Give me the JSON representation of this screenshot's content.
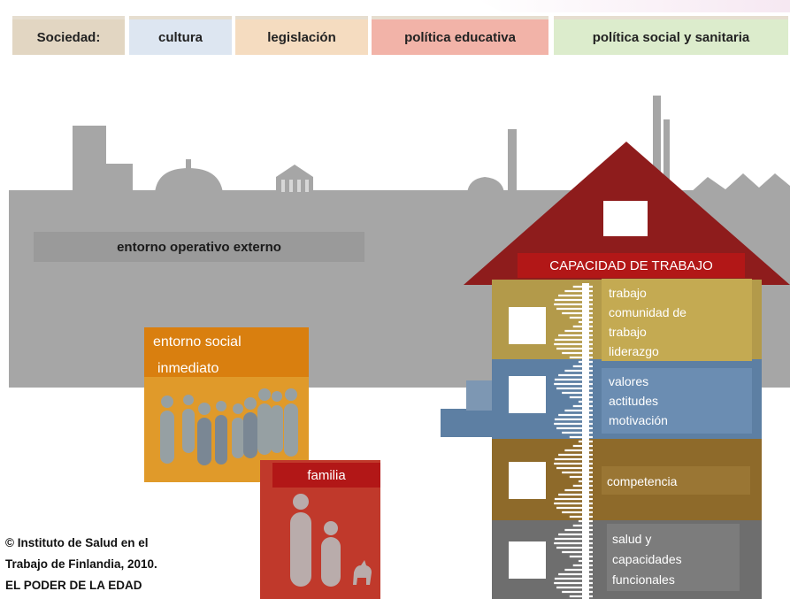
{
  "header": {
    "tabs": [
      {
        "label": "Sociedad:"
      },
      {
        "label": "cultura"
      },
      {
        "label": "legislación"
      },
      {
        "label": "política educativa"
      },
      {
        "label": "política social y sanitaria"
      }
    ]
  },
  "city": {
    "environment_label": "entorno operativo externo"
  },
  "social": {
    "label_line1": "entorno social",
    "label_line2": "inmediato"
  },
  "family": {
    "label": "familia"
  },
  "house": {
    "roof_label": "CAPACIDAD DE TRABAJO",
    "floors": [
      {
        "lines": [
          "trabajo",
          "comunidad de",
          "trabajo",
          "liderazgo"
        ]
      },
      {
        "lines": [
          "valores",
          "actitudes",
          "motivación"
        ]
      },
      {
        "lines": [
          "competencia"
        ]
      },
      {
        "lines": [
          "salud y",
          "capacidades",
          "funcionales"
        ]
      }
    ]
  },
  "credit": {
    "line1": "© Instituto de Salud en el",
    "line2": "Trabajo de Finlandia, 2010.",
    "line3": "EL PODER DE LA EDAD"
  },
  "colors": {
    "society": "#e2d6c2",
    "culture": "#dde6f1",
    "legislation": "#f5dcc0",
    "education": "#f2b3a8",
    "social_health": "#dceccc",
    "city": "#a6a6a6",
    "social_env": "#e09a2a",
    "family": "#c0392b",
    "roof": "#8e1c1c",
    "floor_work": "#b39a4a",
    "floor_values": "#5d7fa3",
    "floor_competence": "#8e6a2a",
    "floor_health": "#6e6e6e"
  }
}
